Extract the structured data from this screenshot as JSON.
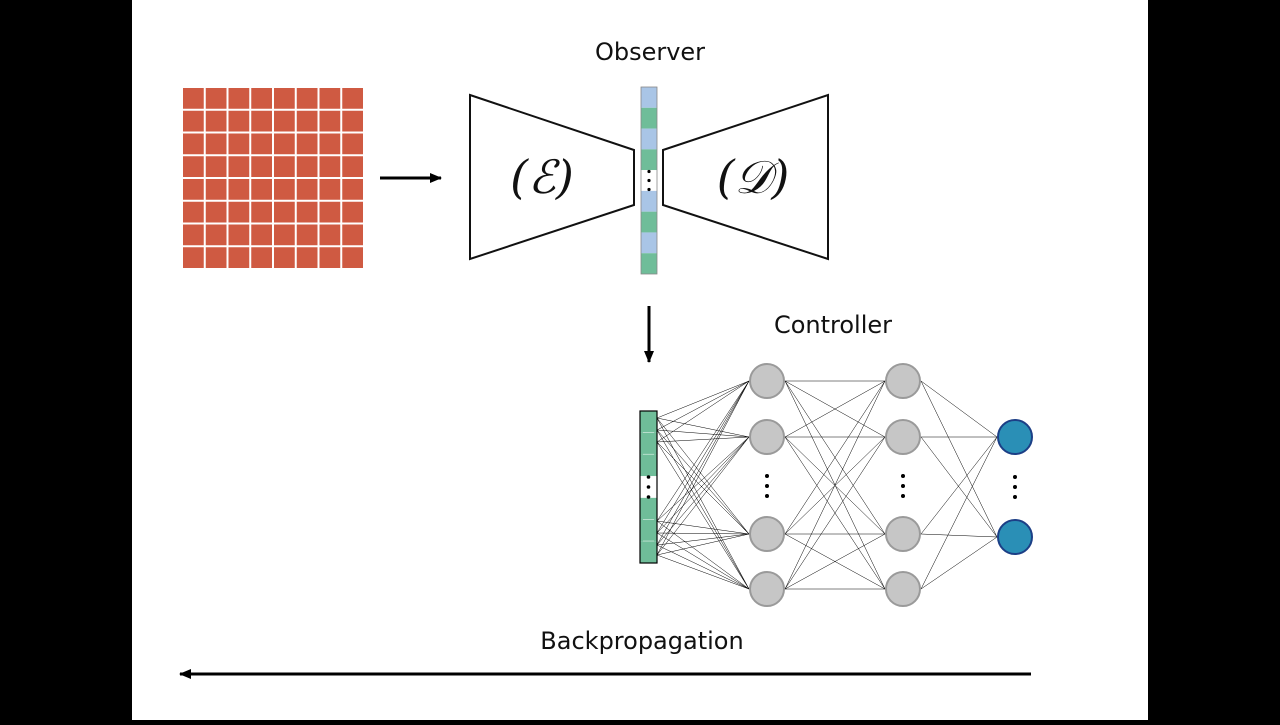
{
  "labels": {
    "observer": "Observer",
    "controller": "Controller",
    "backpropagation": "Backpropagation",
    "encoder": "(ℰ)",
    "decoder": "(𝒟)"
  },
  "colors": {
    "background": "#000000",
    "panel": "#ffffff",
    "grid_cell": "#cf5a42",
    "latent_blue": "#a9c5e6",
    "latent_green": "#6fbd99",
    "hidden_node": "#c6c6c6",
    "hidden_node_stroke": "#9a9a9a",
    "output_node": "#2a8fb6",
    "output_node_stroke": "#1c3f86",
    "line": "#000000"
  },
  "structure": {
    "input_grid": {
      "rows": 8,
      "cols": 8
    },
    "latent_segments": [
      "blue",
      "green",
      "blue",
      "green",
      "gap",
      "blue",
      "green",
      "blue",
      "green"
    ],
    "controller_input_segments": 7,
    "hidden_layer_1": {
      "visible_nodes": 4,
      "has_ellipsis": true
    },
    "hidden_layer_2": {
      "visible_nodes": 4,
      "has_ellipsis": true
    },
    "output_layer": {
      "visible_nodes": 2,
      "has_ellipsis": true
    }
  },
  "icons": {
    "arrow_to_encoder": "arrow-right-icon",
    "arrow_to_controller": "arrow-down-icon",
    "backprop_arrow": "arrow-left-icon",
    "ellipsis": "vertical-ellipsis-icon"
  }
}
